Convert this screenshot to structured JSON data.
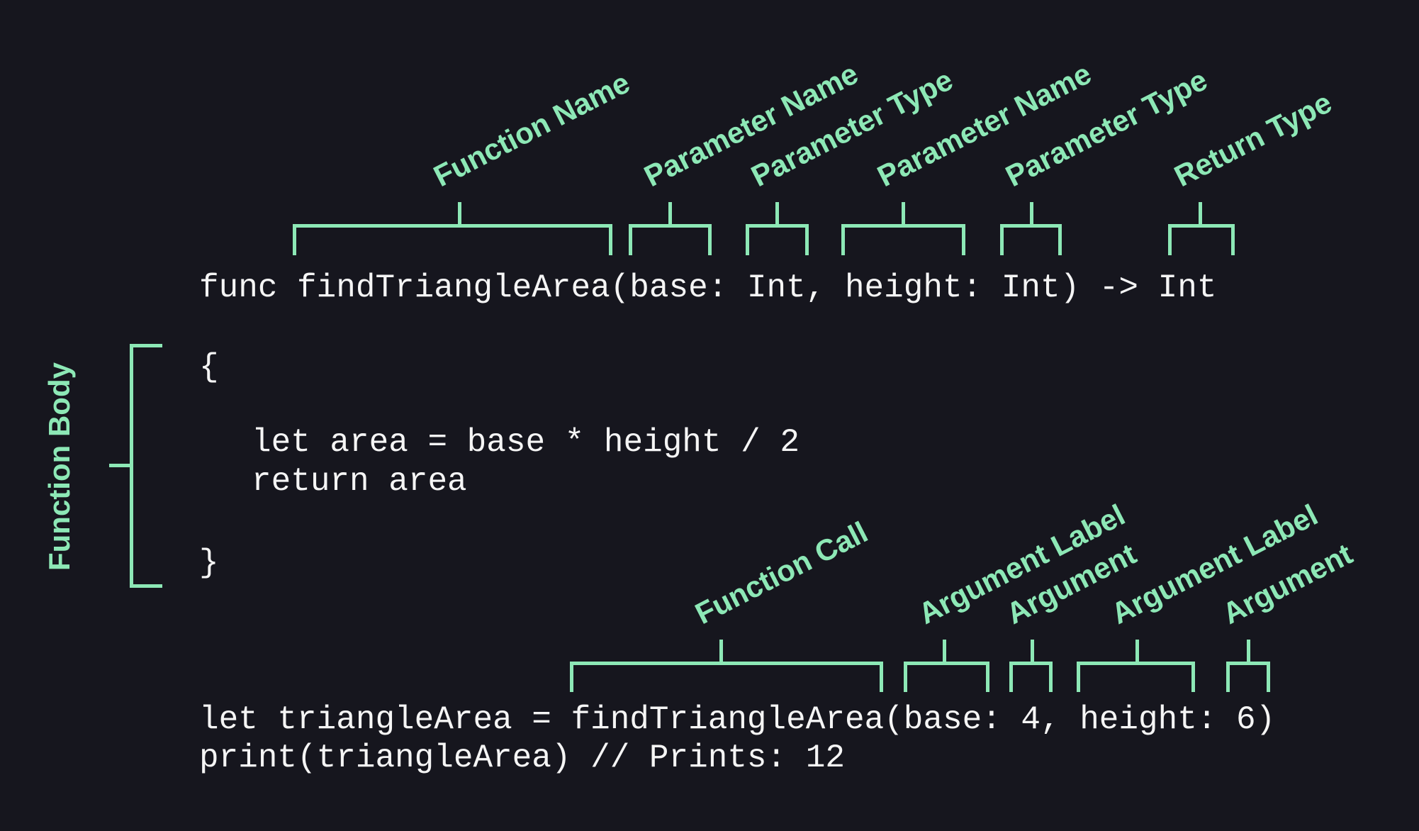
{
  "colors": {
    "background": "#16161e",
    "accent": "#8de8b6",
    "code_text": "#f5f5f5"
  },
  "code": {
    "declaration": "func findTriangleArea(base: Int, height: Int) -> Int",
    "open_brace": "{",
    "body_line_1": "let area = base * height / 2",
    "body_line_2": "return area",
    "close_brace": "}",
    "call_line": "let triangleArea = findTriangleArea(base: 4, height: 6)",
    "print_line": "print(triangleArea) // Prints: 12"
  },
  "annotations": {
    "function_name": "Function Name",
    "parameter_name_1": "Parameter Name",
    "parameter_type_1": "Parameter Type",
    "parameter_name_2": "Parameter Name",
    "parameter_type_2": "Parameter Type",
    "return_type": "Return Type",
    "function_body": "Function Body",
    "function_call": "Function Call",
    "argument_label_1": "Argument Label",
    "argument_1": "Argument",
    "argument_label_2": "Argument Label",
    "argument_2": "Argument"
  }
}
